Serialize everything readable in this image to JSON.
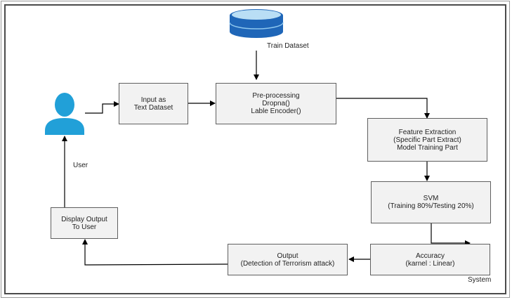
{
  "labels": {
    "train_dataset": "Train Dataset",
    "user": "User",
    "system": "System"
  },
  "nodes": {
    "input": [
      "Input as",
      "Text Dataset"
    ],
    "preprocessing": [
      "Pre-processing",
      "Dropna()",
      "Lable Encoder()"
    ],
    "feature_extraction": [
      "Feature Extraction",
      "(Specific Part Extract)",
      "Model Training Part"
    ],
    "svm": [
      "SVM",
      "(Training 80%/Testing 20%)"
    ],
    "accuracy": [
      "Accuracy",
      "(karnel : Linear)"
    ],
    "output": [
      "Output",
      "(Detection of Terrorism attack)"
    ],
    "display": [
      "Display Output",
      "To User"
    ]
  },
  "icons": {
    "database": "database-icon",
    "user": "user-icon"
  },
  "colors": {
    "database_blue": "#1f66b8",
    "user_blue": "#21a0d8",
    "box_fill": "#f2f2f2",
    "box_border": "#5f5f5f",
    "arrow": "#000000"
  }
}
